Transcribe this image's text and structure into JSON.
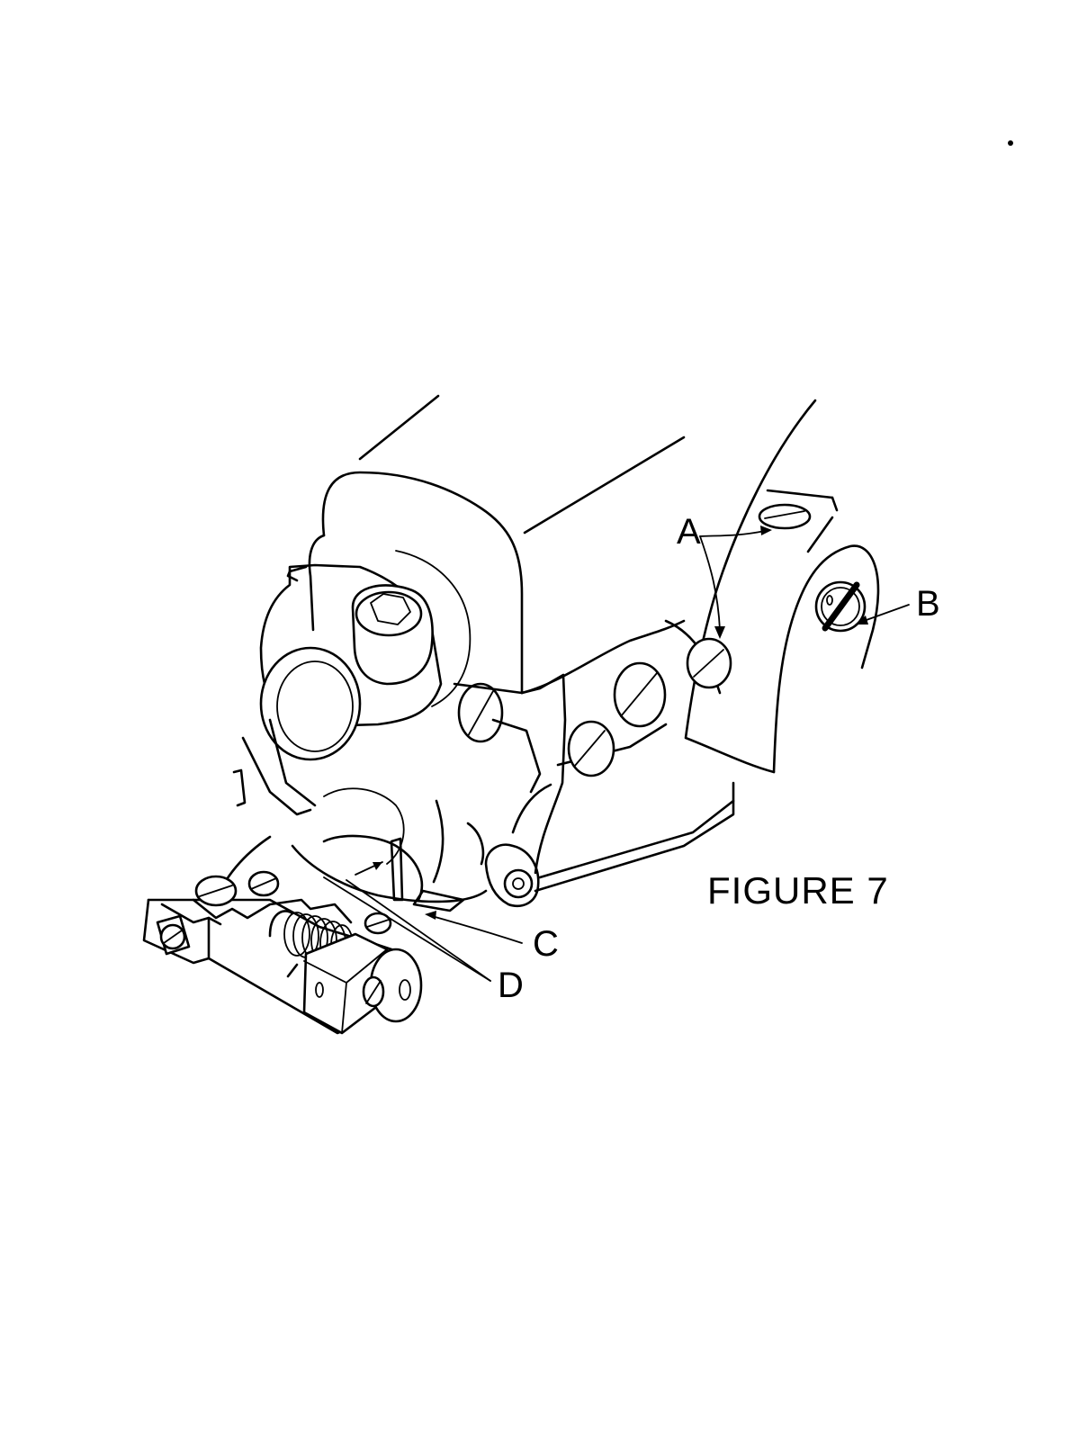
{
  "figure": {
    "title": "FIGURE 7",
    "callouts": {
      "a": "A",
      "b": "B",
      "c": "C",
      "d": "D"
    }
  },
  "colors": {
    "ink": "#000000",
    "paper": "#ffffff"
  }
}
